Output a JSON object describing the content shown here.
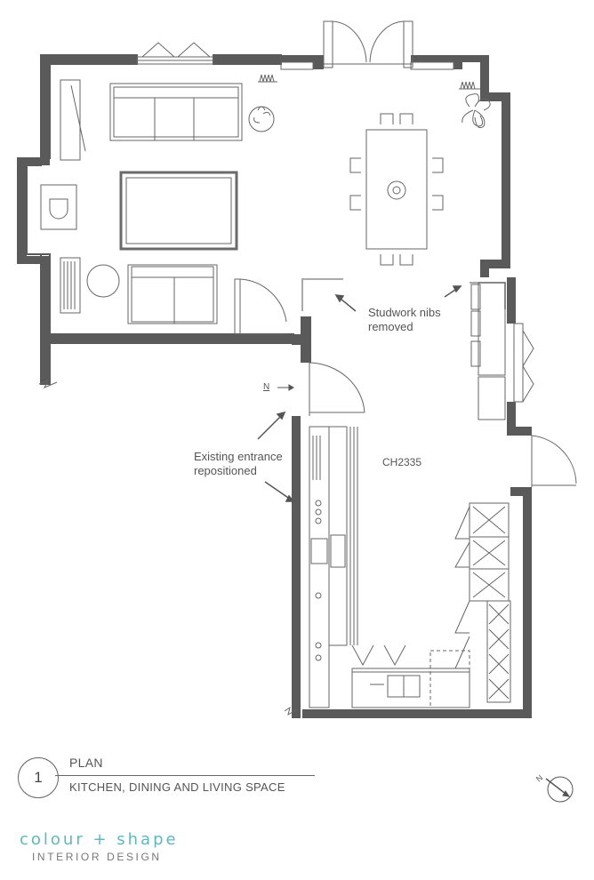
{
  "annotations": {
    "studwork": [
      "Studwork nibs",
      "removed"
    ],
    "entrance": [
      "Existing entrance",
      "repositioned"
    ],
    "code": "CH2335",
    "north_small": "N"
  },
  "title_block": {
    "number": "1",
    "title": "PLAN",
    "subtitle": "KITCHEN, DINING AND LIVING SPACE"
  },
  "logo": {
    "brand": "colour + shape",
    "tagline": "INTERIOR DESIGN"
  },
  "colors": {
    "wall": "#5a5a5a",
    "line": "#6a6a6a",
    "brand": "#5fb8bd"
  },
  "icons": [
    "north-arrow-icon",
    "plant-icon",
    "toilet-icon"
  ]
}
